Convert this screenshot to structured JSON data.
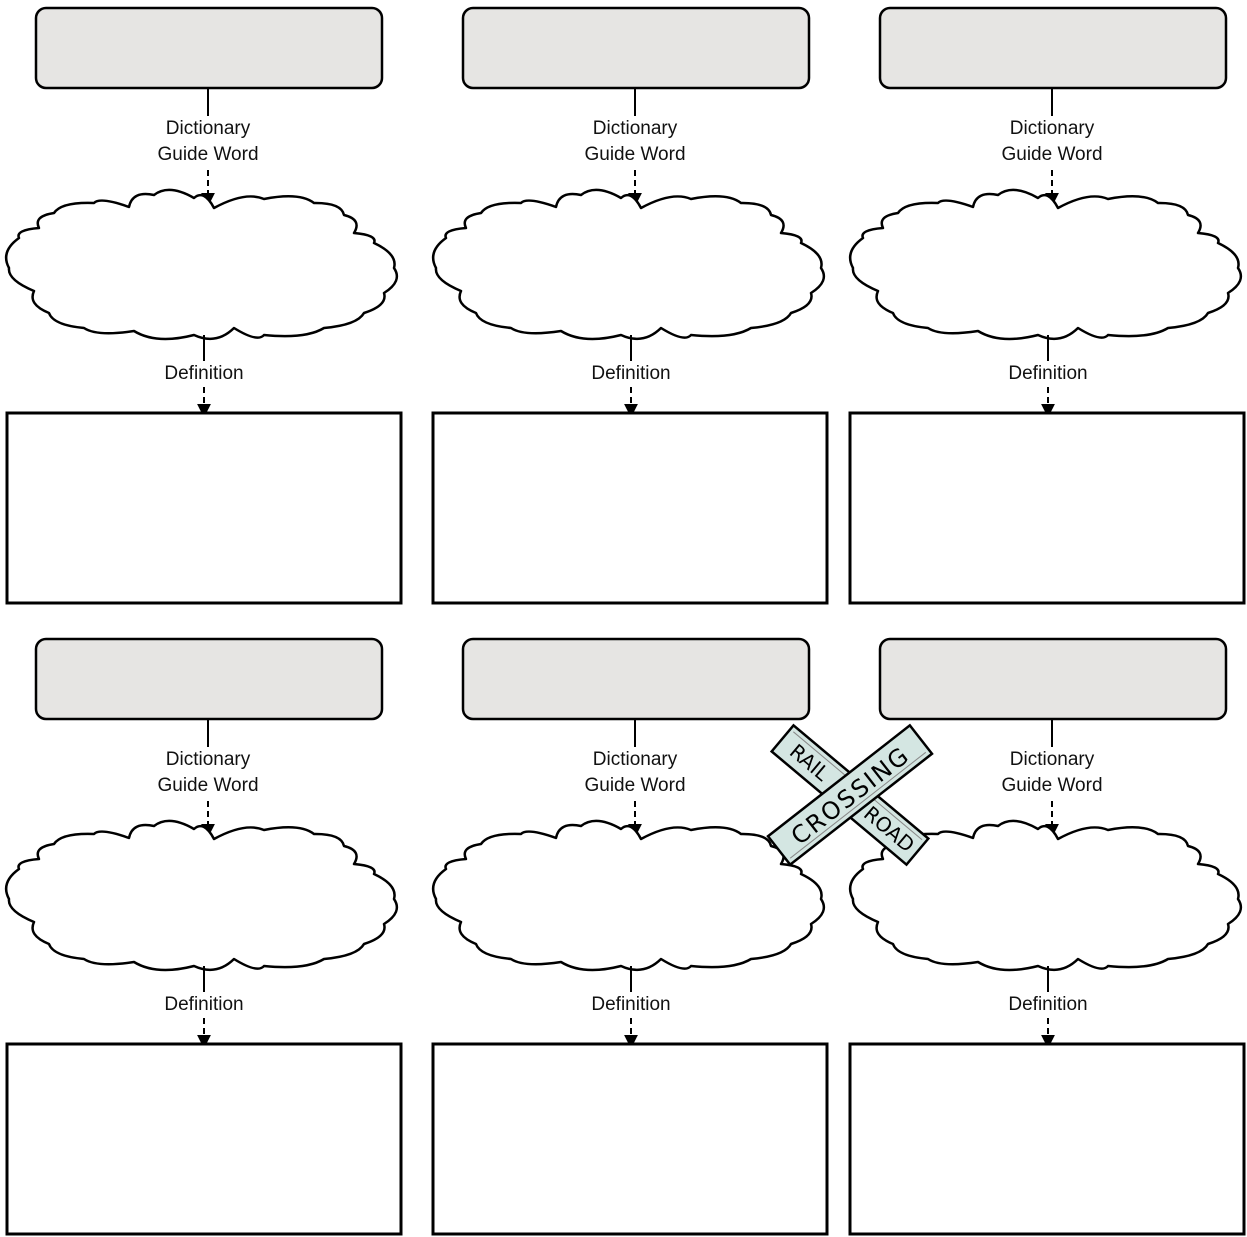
{
  "colors": {
    "stroke": "#000000",
    "word_box_fill": "#e6e5e3",
    "cloud_fill": "#ffffff",
    "definition_box_fill": "#ffffff",
    "sign_fill": "#d4e6e2"
  },
  "units": [
    {
      "word_box": "",
      "guide_label_line1": "Dictionary",
      "guide_label_line2": "Guide Word",
      "cloud": "",
      "definition_label": "Definition",
      "definition_box": ""
    },
    {
      "word_box": "",
      "guide_label_line1": "Dictionary",
      "guide_label_line2": "Guide Word",
      "cloud": "",
      "definition_label": "Definition",
      "definition_box": ""
    },
    {
      "word_box": "",
      "guide_label_line1": "Dictionary",
      "guide_label_line2": "Guide Word",
      "cloud": "",
      "definition_label": "Definition",
      "definition_box": ""
    },
    {
      "word_box": "",
      "guide_label_line1": "Dictionary",
      "guide_label_line2": "Guide Word",
      "cloud": "",
      "definition_label": "Definition",
      "definition_box": ""
    },
    {
      "word_box": "",
      "guide_label_line1": "Dictionary",
      "guide_label_line2": "Guide Word",
      "cloud": "",
      "definition_label": "Definition",
      "definition_box": ""
    },
    {
      "word_box": "",
      "guide_label_line1": "Dictionary",
      "guide_label_line2": "Guide Word",
      "cloud": "",
      "definition_label": "Definition",
      "definition_box": ""
    }
  ],
  "sign": {
    "icon": "railroad-crossing-sign-icon",
    "text_top": "RAIL",
    "text_main": "CROSSING",
    "text_bottom": "ROAD"
  }
}
